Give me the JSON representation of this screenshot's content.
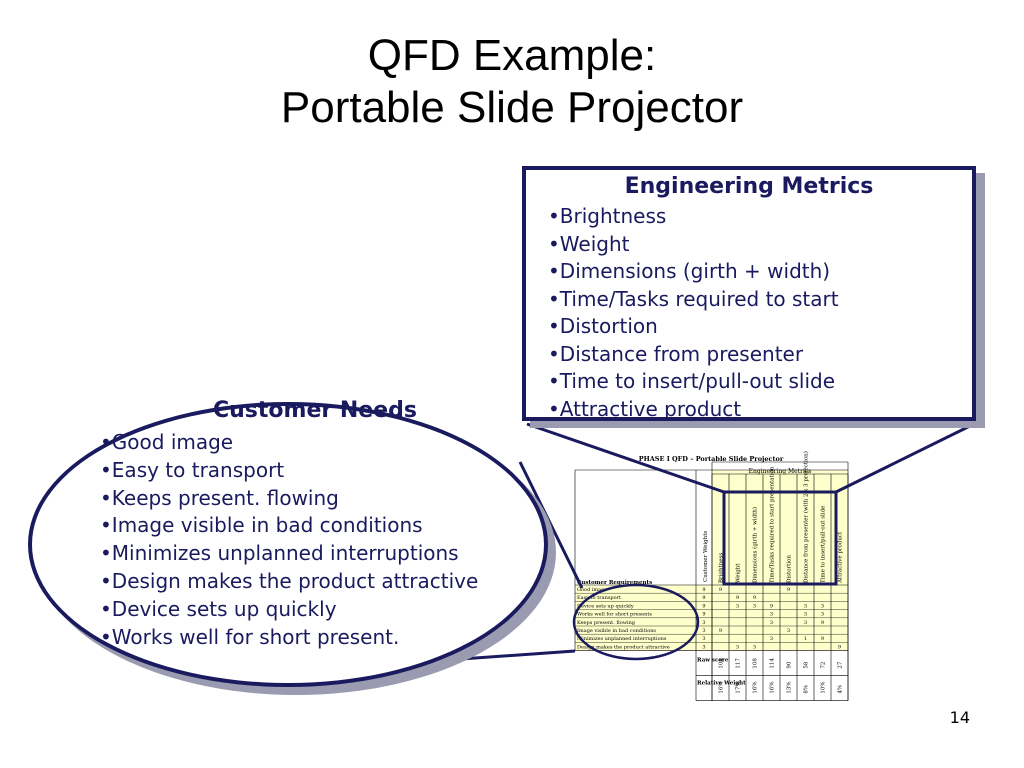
{
  "slide": {
    "title_line1": "QFD Example:",
    "title_line2": "Portable Slide Projector",
    "page_number": "14"
  },
  "engineering": {
    "heading": "Engineering Metrics",
    "items": [
      "•Brightness",
      "•Weight",
      "•Dimensions (girth + width)",
      "•Time/Tasks required to start",
      "•Distortion",
      "•Distance from presenter",
      "•Time to insert/pull-out slide",
      "•Attractive product"
    ]
  },
  "customer": {
    "heading": "Customer Needs",
    "items": [
      "•Good image",
      "•Easy to transport",
      "•Keeps present. flowing",
      "•Image visible in bad conditions",
      "•Minimizes unplanned interruptions",
      "•Design makes the product attractive",
      "•Device sets up quickly",
      "•Works well for short present."
    ]
  },
  "qfd_table": {
    "title": "PHASE I QFD – Portable Slide Projector",
    "eng_header": "Engineering Metrics",
    "weights_label": "Customer Weights",
    "req_label": "Customer Requirements",
    "metrics": [
      "Brightness",
      "Weight",
      "Dimensions (girth + width)",
      "Time/Tasks required to start presentation",
      "Distortion",
      "Distance from presenter (with 2 x 3 projection)",
      "Time to insert/pull-out slide",
      "Attractive product"
    ],
    "requirements": [
      "Good image",
      "Easy to transport",
      "Device sets up quickly",
      "Works well for short presents",
      "Keeps present. flowing",
      "Image visible in bad conditions",
      "Minimizes unplanned interruptions",
      "Design makes the product attractive"
    ],
    "weights": [
      "9",
      "9",
      "9",
      "9",
      "3",
      "3",
      "3",
      "3"
    ],
    "cells": [
      [
        "9",
        "",
        "",
        "",
        "9",
        "",
        "",
        ""
      ],
      [
        "",
        "9",
        "9",
        "",
        "",
        "",
        "",
        ""
      ],
      [
        "",
        "3",
        "3",
        "9",
        "",
        "3",
        "3",
        ""
      ],
      [
        "",
        "",
        "",
        "3",
        "",
        "3",
        "3",
        ""
      ],
      [
        "",
        "",
        "",
        "3",
        "",
        "3",
        "9",
        ""
      ],
      [
        "9",
        "",
        "",
        "",
        "3",
        "",
        "",
        ""
      ],
      [
        "",
        "",
        "",
        "3",
        "",
        "1",
        "9",
        ""
      ],
      [
        "",
        "3",
        "3",
        "",
        "",
        "",
        "",
        "9"
      ]
    ],
    "raw_label": "Raw score",
    "raw_scores": [
      "108",
      "117",
      "108",
      "114",
      "90",
      "58",
      "72",
      "27"
    ],
    "rel_label": "Relative Weight",
    "rel_weights": [
      "16%",
      "17%",
      "16%",
      "16%",
      "13%",
      "8%",
      "10%",
      "4%"
    ]
  }
}
